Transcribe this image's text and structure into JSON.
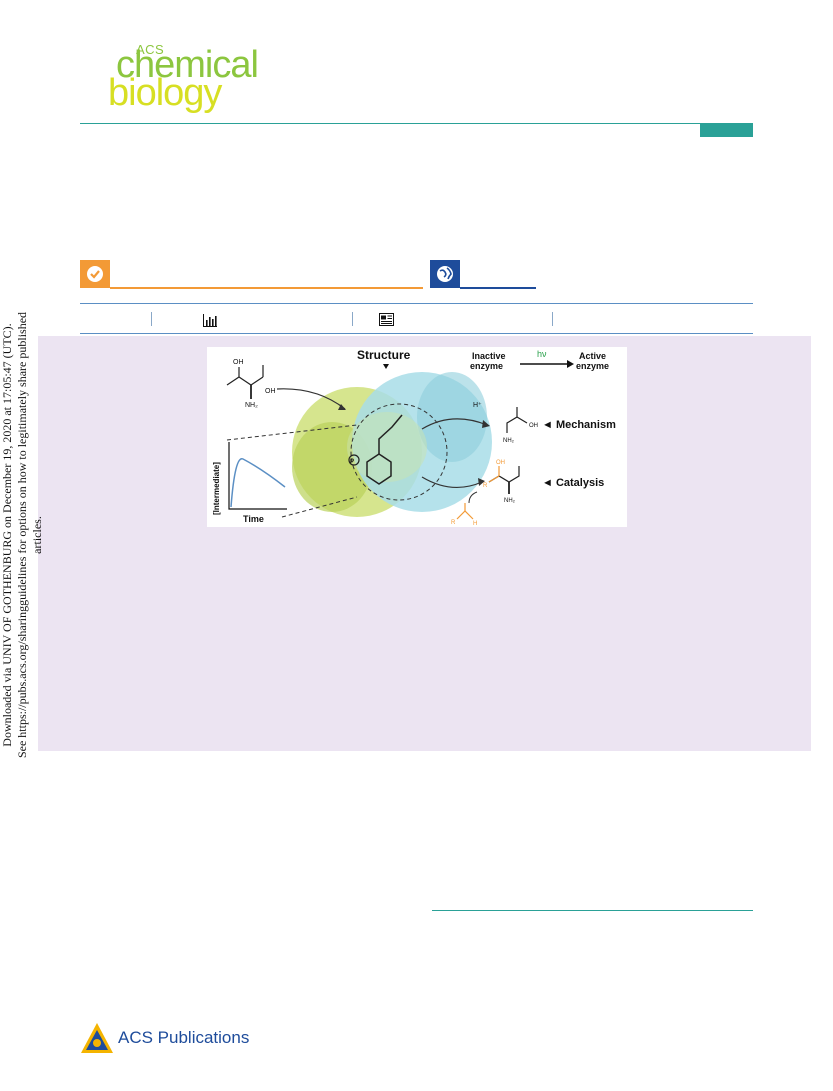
{
  "journal_logo": {
    "acs": "ACS",
    "line1": "chemical",
    "line2": "biology",
    "colors": {
      "green": "#8cc63f",
      "yellow": "#d7df23"
    }
  },
  "theme": {
    "teal": "#2aa197",
    "orange": "#f39a36",
    "blue": "#1e4c9b",
    "panel": "#ece4f2"
  },
  "access_badges": [
    {
      "icon": "check-icon"
    },
    {
      "icon": "globe-icon"
    }
  ],
  "metrics_bar": {
    "icons": [
      "bar-chart-icon",
      "newspaper-icon"
    ]
  },
  "toc_graphic": {
    "labels": {
      "structure": "Structure",
      "inactive_1": "Inactive",
      "inactive_2": "enzyme",
      "hv": "hν",
      "active_1": "Active",
      "active_2": "enzyme",
      "mechanism": "◄ Mechanism",
      "catalysis": "◄ Catalysis",
      "y_axis": "[Intermediate]",
      "x_axis": "Time",
      "oh1": "OH",
      "oh2": "OH",
      "oh3": "OH",
      "oh4": "OH",
      "nh2_1": "NH₂",
      "nh2_2": "NH₂",
      "nh2_3": "NH₂",
      "hplus": "H⁺",
      "r1": "R",
      "r2": "R",
      "h": "H",
      "p": "P"
    }
  },
  "side_note": {
    "line1": "Downloaded via UNIV OF GOTHENBURG on December 19, 2020 at 17:05:47 (UTC).",
    "line2": "See https://pubs.acs.org/sharingguidelines for options on how to legitimately share published articles."
  },
  "publisher": {
    "name": "ACS Publications"
  }
}
